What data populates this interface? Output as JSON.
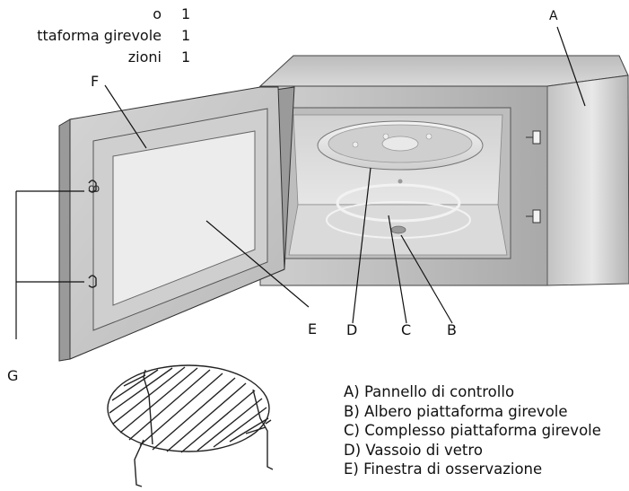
{
  "top_list": [
    {
      "text": "o",
      "qty": "1"
    },
    {
      "text": "ttaforma girevole",
      "qty": "1"
    },
    {
      "text": "zioni",
      "qty": "1"
    }
  ],
  "callouts": {
    "a": "A",
    "b": "B",
    "c": "C",
    "d": "D",
    "e": "E",
    "f": "F",
    "g": "G"
  },
  "legend": [
    "A) Pannello di controllo",
    "B) Albero piattaforma girevole",
    "C) Complesso piattaforma girevole",
    "D) Vassoio di vetro",
    "E) Finestra di osservazione"
  ]
}
